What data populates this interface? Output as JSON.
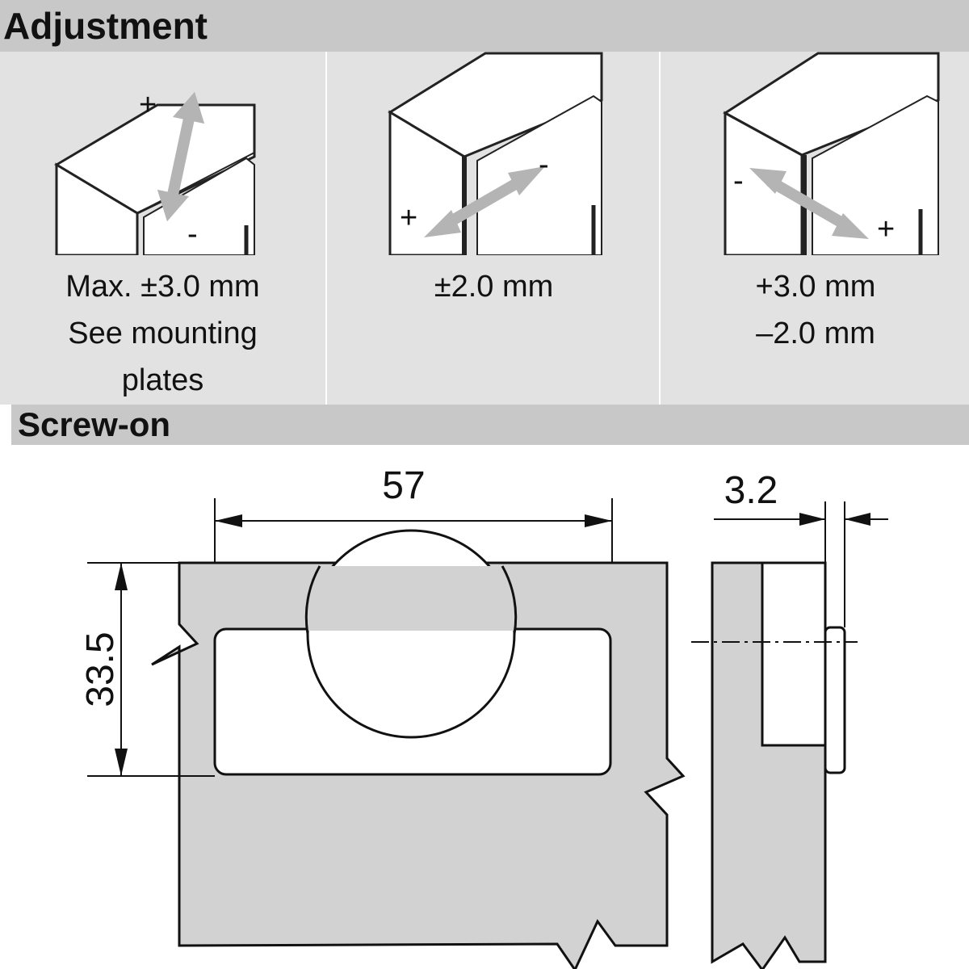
{
  "headers": {
    "adjustment": "Adjustment",
    "screw_on": "Screw-on"
  },
  "adjustments": [
    {
      "direction": "vertical",
      "plus": "+",
      "minus": "-",
      "lines": [
        "Max. ±3.0 mm",
        "See mounting",
        "plates"
      ]
    },
    {
      "direction": "depth",
      "plus": "+",
      "minus": "-",
      "lines": [
        "±2.0 mm"
      ]
    },
    {
      "direction": "side",
      "plus": "+",
      "minus": "-",
      "lines": [
        "+3.0 mm",
        "–2.0 mm"
      ]
    }
  ],
  "dimensions": {
    "width": "57",
    "height": "33.5",
    "thickness": "3.2"
  },
  "colors": {
    "header_bg": "#c8c8c8",
    "panel_bg": "#e2e2e2",
    "part_fill": "#d2d2d2",
    "arrow": "#b4b4b4"
  }
}
